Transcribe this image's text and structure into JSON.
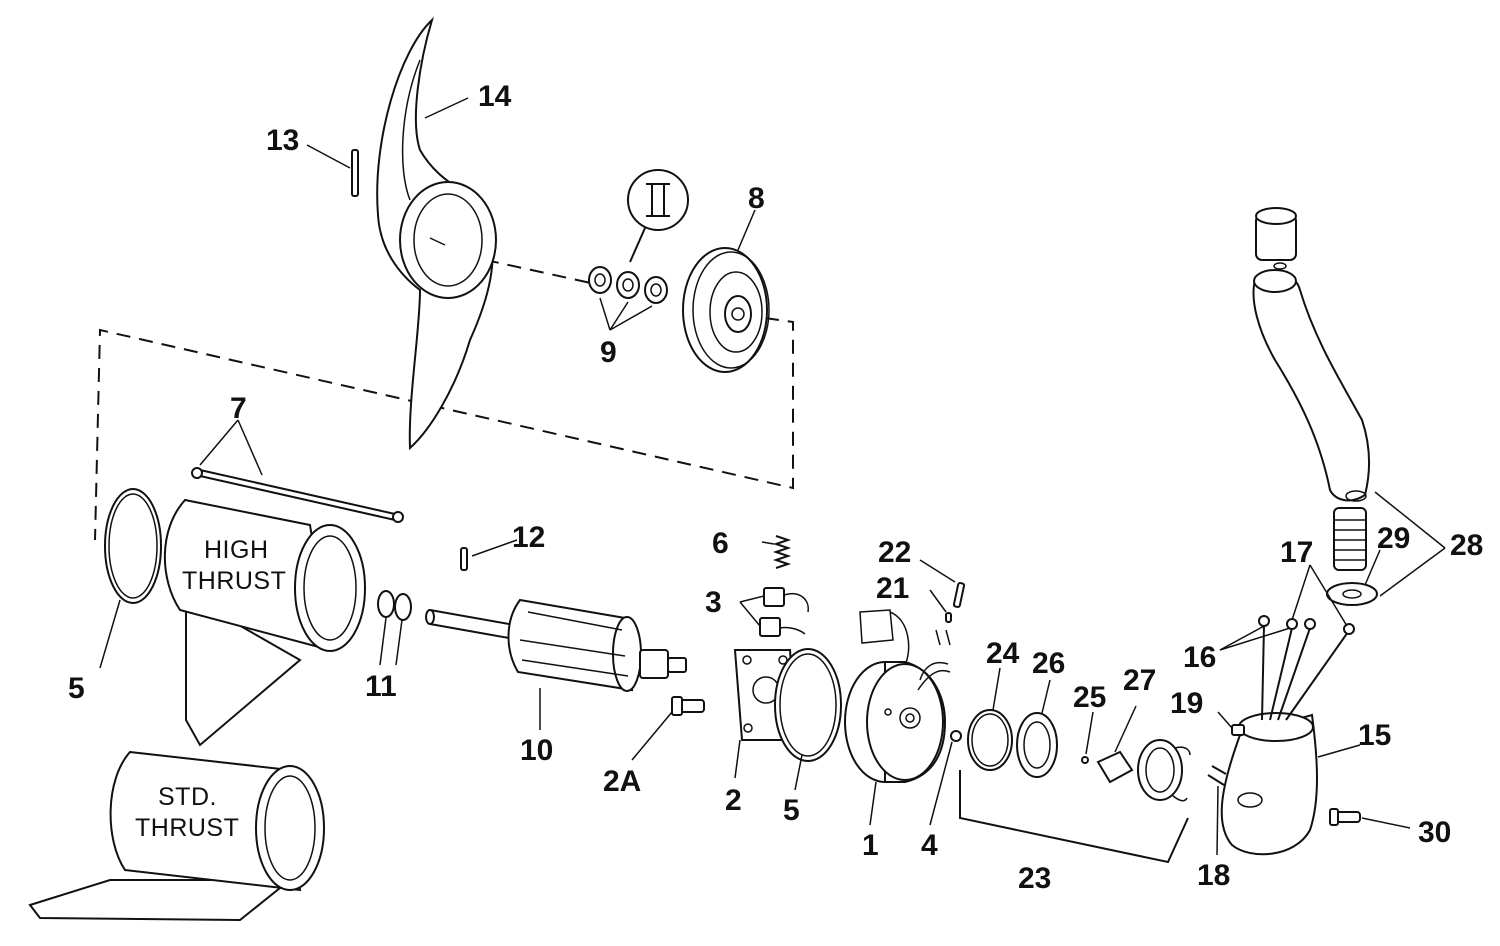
{
  "callouts": {
    "c1": "1",
    "c2": "2",
    "c2a": "2A",
    "c3": "3",
    "c4": "4",
    "c5a": "5",
    "c5b": "5",
    "c6": "6",
    "c7": "7",
    "c8": "8",
    "c9": "9",
    "c10": "10",
    "c11": "11",
    "c12": "12",
    "c13": "13",
    "c14": "14",
    "c15": "15",
    "c16": "16",
    "c17": "17",
    "c18": "18",
    "c19": "19",
    "c21": "21",
    "c22": "22",
    "c23": "23",
    "c24": "24",
    "c25": "25",
    "c26": "26",
    "c27": "27",
    "c28": "28",
    "c29": "29",
    "c30": "30"
  },
  "housing_labels": {
    "high_line1": "HIGH",
    "high_line2": "THRUST",
    "std_line1": "STD.",
    "std_line2": "THRUST"
  }
}
